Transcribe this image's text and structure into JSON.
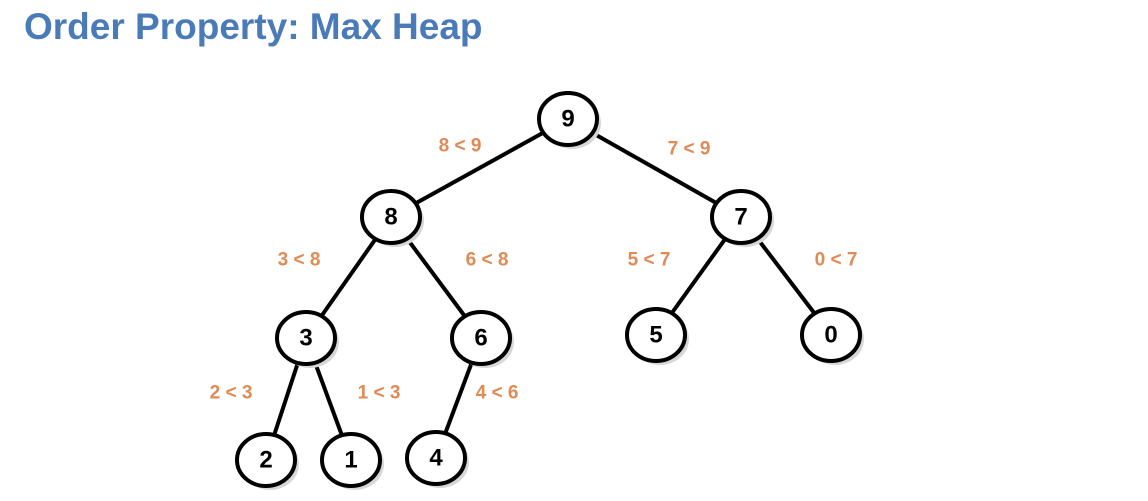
{
  "title": "Order Property: Max Heap",
  "colors": {
    "title": "#4a7ab8",
    "edge_label": "#e08a55",
    "node_stroke": "#000000",
    "node_fill": "#ffffff"
  },
  "tree": {
    "nodes": [
      {
        "id": "n9",
        "value": "9"
      },
      {
        "id": "n8",
        "value": "8"
      },
      {
        "id": "n7",
        "value": "7"
      },
      {
        "id": "n3",
        "value": "3"
      },
      {
        "id": "n6",
        "value": "6"
      },
      {
        "id": "n5",
        "value": "5"
      },
      {
        "id": "n0",
        "value": "0"
      },
      {
        "id": "n2",
        "value": "2"
      },
      {
        "id": "n1",
        "value": "1"
      },
      {
        "id": "n4",
        "value": "4"
      }
    ],
    "edges": [
      {
        "from": "n9",
        "to": "n8",
        "label": "8 < 9"
      },
      {
        "from": "n9",
        "to": "n7",
        "label": "7 < 9"
      },
      {
        "from": "n8",
        "to": "n3",
        "label": "3 < 8"
      },
      {
        "from": "n8",
        "to": "n6",
        "label": "6 < 8"
      },
      {
        "from": "n7",
        "to": "n5",
        "label": "5 < 7"
      },
      {
        "from": "n7",
        "to": "n0",
        "label": "0 < 7"
      },
      {
        "from": "n3",
        "to": "n2",
        "label": "2 < 3"
      },
      {
        "from": "n3",
        "to": "n1",
        "label": "1 < 3"
      },
      {
        "from": "n6",
        "to": "n4",
        "label": "4 < 6"
      }
    ]
  }
}
